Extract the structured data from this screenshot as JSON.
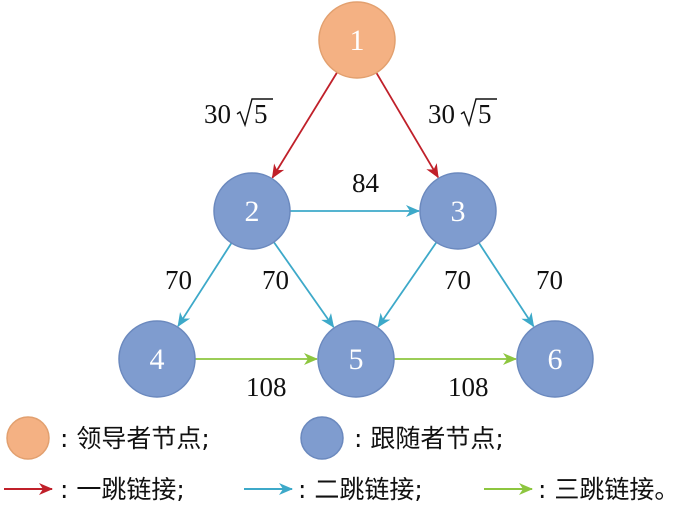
{
  "colors": {
    "leader": "#F4B183",
    "leader_stroke": "#E2A06F",
    "follower": "#7F9CCF",
    "follower_stroke": "#6B89BE",
    "one_hop": "#C0202A",
    "two_hop": "#3DA9C9",
    "three_hop": "#8DC63F"
  },
  "nodes": [
    {
      "id": "1",
      "label": "1",
      "role": "leader"
    },
    {
      "id": "2",
      "label": "2",
      "role": "follower"
    },
    {
      "id": "3",
      "label": "3",
      "role": "follower"
    },
    {
      "id": "4",
      "label": "4",
      "role": "follower"
    },
    {
      "id": "5",
      "label": "5",
      "role": "follower"
    },
    {
      "id": "6",
      "label": "6",
      "role": "follower"
    }
  ],
  "edges": [
    {
      "from": "1",
      "to": "2",
      "type": "one_hop",
      "label": "30",
      "label_sqrt": "5"
    },
    {
      "from": "1",
      "to": "3",
      "type": "one_hop",
      "label": "30",
      "label_sqrt": "5"
    },
    {
      "from": "2",
      "to": "3",
      "type": "two_hop",
      "label": "84"
    },
    {
      "from": "2",
      "to": "4",
      "type": "two_hop",
      "label": "70"
    },
    {
      "from": "2",
      "to": "5",
      "type": "two_hop",
      "label": "70"
    },
    {
      "from": "3",
      "to": "5",
      "type": "two_hop",
      "label": "70"
    },
    {
      "from": "3",
      "to": "6",
      "type": "two_hop",
      "label": "70"
    },
    {
      "from": "4",
      "to": "5",
      "type": "three_hop",
      "label": "108"
    },
    {
      "from": "5",
      "to": "6",
      "type": "three_hop",
      "label": "108"
    }
  ],
  "legend": {
    "leader_node": ": 领导者节点;",
    "follower_node": ": 跟随者节点;",
    "one_hop_link": ": 一跳链接;",
    "two_hop_link": ": 二跳链接;",
    "three_hop_link": ": 三跳链接。"
  }
}
